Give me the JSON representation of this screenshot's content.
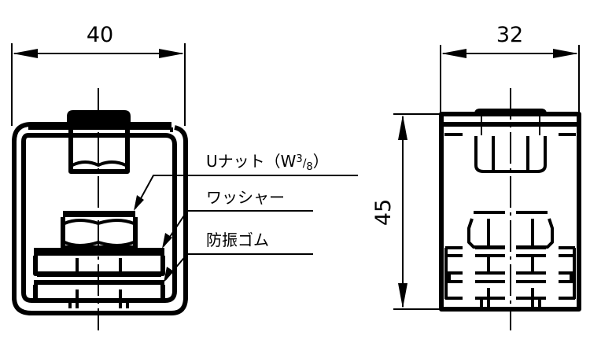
{
  "front_view": {
    "width_dimension": "40",
    "labels": {
      "u_nut": "Uナット（W3/8）",
      "u_nut_main": "Uナット（W",
      "u_nut_frac_num": "3",
      "u_nut_frac_den": "8",
      "u_nut_close": "）",
      "washer": "ワッシャー",
      "rubber": "防振ゴム"
    }
  },
  "side_view": {
    "width_dimension": "32",
    "height_dimension": "45"
  },
  "colors": {
    "line": "#000000",
    "background": "#ffffff"
  }
}
